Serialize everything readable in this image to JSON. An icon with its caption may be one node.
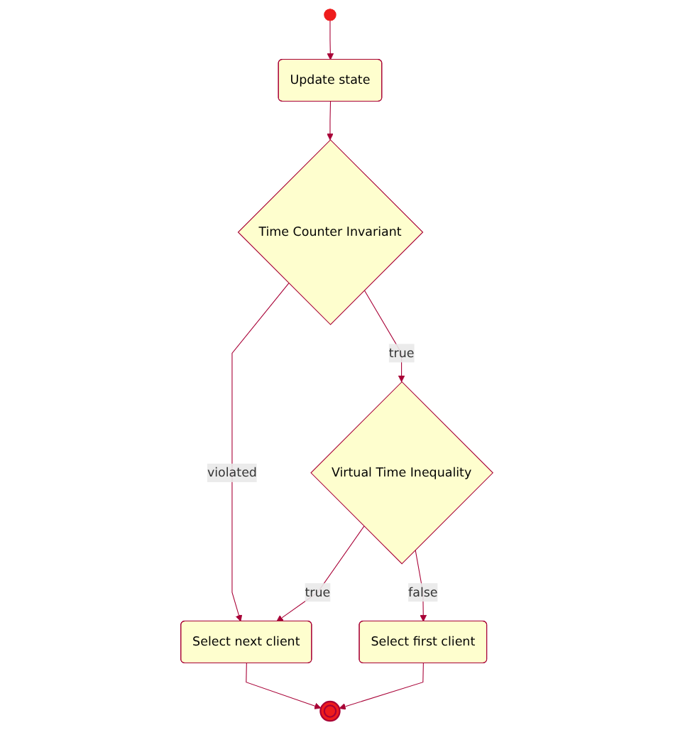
{
  "diagram": {
    "nodes": [
      {
        "text": [],
        "shape": "circle"
      },
      {
        "text": [
          "Update state"
        ]
      },
      {
        "text": [
          "Time Counter Invariant"
        ]
      },
      {
        "text": [
          "Virtual Time Inequality"
        ]
      },
      {
        "text": [
          "Select next client"
        ]
      },
      {
        "text": [
          "Select first client"
        ]
      },
      {
        "text": [],
        "shape": "circle"
      }
    ],
    "edges": [
      {
        "from": 0,
        "to": 1,
        "arrow": "to"
      },
      {
        "from": 1,
        "to": 2,
        "arrow": "to"
      },
      {
        "from": 2,
        "to": 4,
        "label": "violated",
        "arrow": "to"
      },
      {
        "from": 2,
        "to": 3,
        "label": "true",
        "arrow": "to"
      },
      {
        "from": 3,
        "to": 4,
        "label": "true",
        "arrow": "to"
      },
      {
        "from": 3,
        "to": 5,
        "label": "false",
        "arrow": "to"
      },
      {
        "from": 4,
        "to": 6,
        "arrow": "to"
      },
      {
        "from": 5,
        "to": 6,
        "arrow": "to"
      }
    ]
  }
}
